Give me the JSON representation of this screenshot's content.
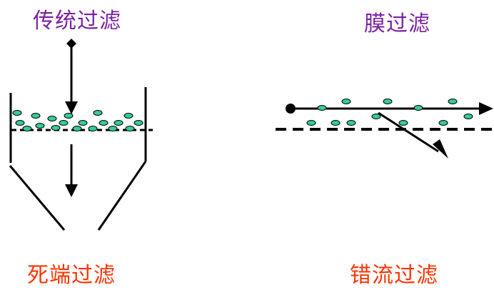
{
  "labels": {
    "traditional_filtration": "传统过滤",
    "membrane_filtration": "膜过滤",
    "dead_end_filtration": "死端过滤",
    "cross_flow_filtration": "错流过滤"
  },
  "colors": {
    "title_purple": "#7b1fa2",
    "title_red": "#ff3300",
    "line": "#000000",
    "particle_fill": "#33cc99",
    "particle_stroke": "#000000"
  }
}
